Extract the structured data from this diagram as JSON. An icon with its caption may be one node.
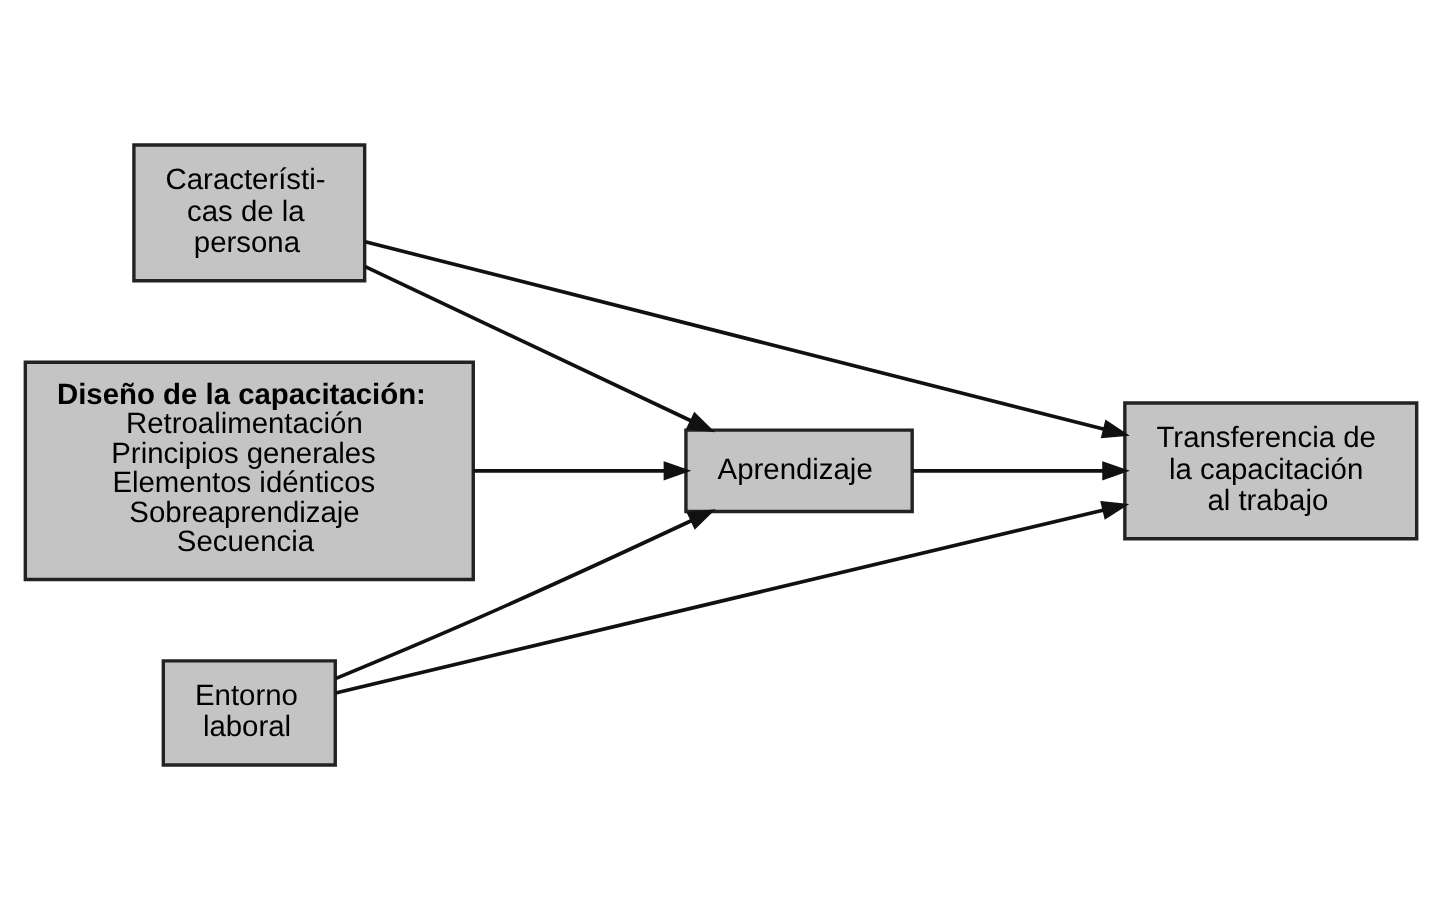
{
  "diagram": {
    "nodes": [
      {
        "text": [
          "Característi- cas de la persona"
        ]
      },
      {
        "text": [
          "Diseño de la capacitación:",
          "Retroalimentación",
          "Principios generales",
          "Elementos idénticos",
          "Sobreaprendizaje",
          "Secuencia"
        ]
      },
      {
        "text": [
          "Aprendizaje"
        ]
      },
      {
        "text": [
          "Entorno laboral"
        ]
      },
      {
        "text": [
          "Transferencia de la capacitación al trabajo"
        ]
      }
    ],
    "edges": [
      {
        "from": 0,
        "to": 2,
        "arrow": "to"
      },
      {
        "from": 0,
        "to": 4,
        "arrow": "to"
      },
      {
        "from": 1,
        "to": 2,
        "arrow": "to"
      },
      {
        "from": 3,
        "to": 2,
        "arrow": "to"
      },
      {
        "from": 3,
        "to": 4,
        "arrow": "to"
      },
      {
        "from": 2,
        "to": 4,
        "arrow": "to"
      }
    ]
  }
}
